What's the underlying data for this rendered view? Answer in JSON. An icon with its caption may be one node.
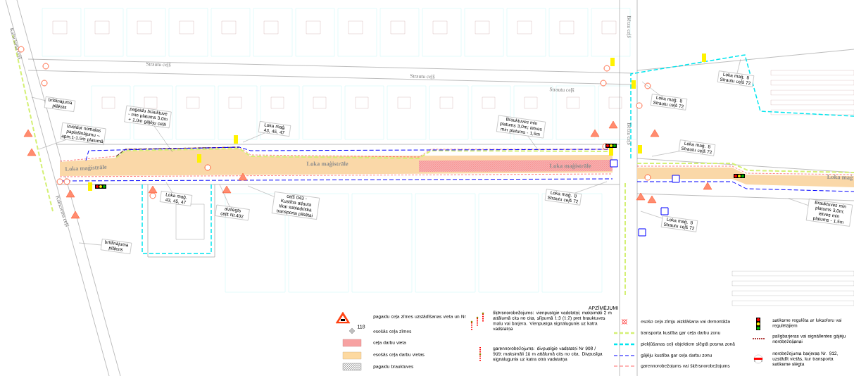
{
  "diagram": {
    "nodes": [
      {
        "text": [
          "brīdinājuma plāksts"
        ]
      },
      {
        "text": [
          "izveidot nomalas paplašinājumu – apm.1-1.5m platumā"
        ]
      },
      {
        "text": [
          "pagaidu brauktuve - min platums 3.0m + 1.0m gājēju ceļā"
        ]
      },
      {
        "text": [
          "Loka maģ. 43, 45, 47"
        ]
      },
      {
        "text": [
          "Loka maģ. 43, 45, 47"
        ]
      },
      {
        "text": [
          "aizliegts ceļš Nr.402"
        ]
      },
      {
        "text": [
          "ceļš 043 - Kustība atļauta tikai sabiedriskā transporta pilsētai"
        ]
      },
      {
        "text": [
          "Brauktuves min platums 3,0m; ietves min platums - 1,5m"
        ]
      },
      {
        "text": [
          "Loka maģ. 8 Strautu ceļš 72"
        ]
      },
      {
        "text": [
          "Loka maģ. 8 Strautu ceļš 72"
        ]
      },
      {
        "text": [
          "Loka maģ. 8 Strautu ceļš 72"
        ]
      },
      {
        "text": [
          "Loka maģ. 8 Strautu ceļš 72"
        ]
      },
      {
        "text": [
          "Loka maģ. 8 Strautu ceļš 72"
        ]
      },
      {
        "text": [
          "Brauktuves min platums 3,0m; ietves min platums - 1,5m"
        ]
      },
      {
        "text": [
          "brīdinājuma plāksts"
        ]
      }
    ],
    "edges": [
      {
        "from": 0,
        "to": null,
        "arrow": "none"
      },
      {
        "from": 1,
        "to": null,
        "arrow": "none"
      },
      {
        "from": 2,
        "to": null,
        "arrow": "none"
      },
      {
        "from": 3,
        "to": null,
        "arrow": "none"
      },
      {
        "from": 4,
        "to": null,
        "arrow": "none"
      },
      {
        "from": 5,
        "to": null,
        "arrow": "none"
      },
      {
        "from": 6,
        "to": null,
        "arrow": "none"
      },
      {
        "from": 7,
        "to": null,
        "arrow": "none"
      },
      {
        "from": 8,
        "to": null,
        "arrow": "none"
      },
      {
        "from": 9,
        "to": null,
        "arrow": "none"
      },
      {
        "from": 10,
        "to": null,
        "arrow": "none"
      },
      {
        "from": 11,
        "to": null,
        "arrow": "none"
      },
      {
        "from": 12,
        "to": null,
        "arrow": "none"
      },
      {
        "from": 13,
        "to": null,
        "arrow": "none"
      },
      {
        "from": 14,
        "to": null,
        "arrow": "none"
      }
    ],
    "labels": [
      "Strautu ceļš",
      "Strautu ceļš",
      "Strautu ceļš",
      "Kalnciema ceļš",
      "Kalnciema ceļš",
      "Bērzu ceļš",
      "Bērzu ceļš",
      "Loka maģistrāle",
      "Loka maģistrāle",
      "Loka maģistrāle",
      "Loka maģ",
      "APZĪMĒJUMI",
      "118"
    ],
    "legend": [
      {
        "text": "pagaidu ceļa zīmes uzstādīšanas vieta un Nr"
      },
      {
        "text": "esošās ceļa zīmes"
      },
      {
        "text": "ceļa darbu vieta",
        "color": "#f7a1a1"
      },
      {
        "text": "esošās ceļa darbu vietas",
        "color": "#fdd9a0"
      },
      {
        "text": "pagaidu brauktuves"
      },
      {
        "text": "šķērsnorobežojums: vienpusīgie vadstatņi; maksimāli 2 m attālumā cits no cita, slīpumā 1:3 (1:2) pret brauktuves malu vai barjera. Vienpusīga signālugunis uz katra vadstatņa"
      },
      {
        "text": "garennorobežojums: divpusīgie vadstatņi Nr 908 / 909; maksimāli 10 m attālumā cits no cita. Divpusīga signālugunis uz katra otrā vadstatņa"
      },
      {
        "text": "esošo ceļa zīmju aizklāšana vai demontāža"
      },
      {
        "text": "transporta kustība gar ceļa darbu zonu"
      },
      {
        "text": "piekļūšanas ceļi objektiem slēgtā posma zonā"
      },
      {
        "text": "gājēju kustība gar ceļa darbu zonu"
      },
      {
        "text": "garennorobežojums vai šķērsnorobežojums"
      },
      {
        "text": "satiksme regulēta ar luksoforu vai regulētājiem"
      },
      {
        "text": "palīgbarjeras vai signāllentes gājēju norobežošanai"
      },
      {
        "text": "norobežojuma barjeras Nr. 912, uzstādīt vietās, kur transporta satiksme slēgta"
      }
    ]
  }
}
